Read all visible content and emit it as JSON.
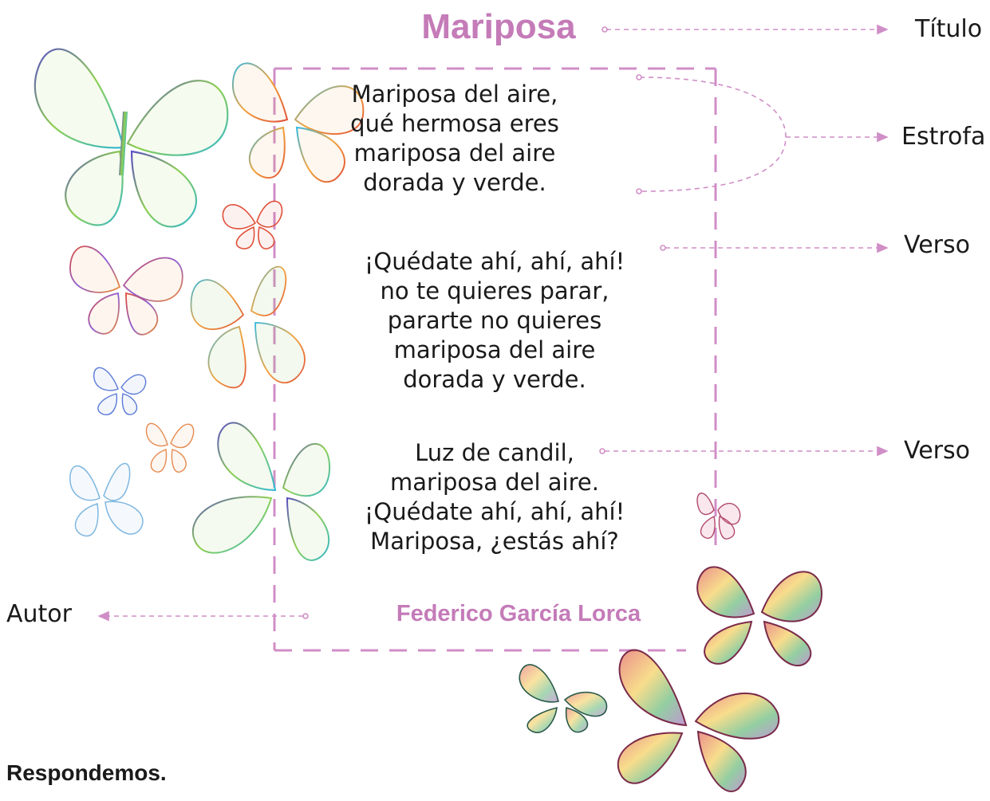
{
  "poem": {
    "title": "Mariposa",
    "stanzas": [
      [
        "Mariposa del aire,",
        "qué hermosa eres",
        "mariposa del aire",
        "dorada y verde."
      ],
      [
        "¡Quédate ahí, ahí, ahí!",
        "no te quieres parar,",
        "pararte no quieres",
        "mariposa del aire",
        "dorada y verde."
      ],
      [
        "Luz de candil,",
        "mariposa del aire.",
        "¡Quédate ahí, ahí, ahí!",
        "Mariposa, ¿estás ahí?"
      ]
    ],
    "author": "Federico García Lorca"
  },
  "annotations": {
    "titulo": "Título",
    "estrofa": "Estrofa",
    "verso_1": "Verso",
    "verso_2": "Verso",
    "autor": "Autor"
  },
  "footer": {
    "heading": "Respondemos."
  },
  "colors": {
    "accent": "#c47bb8",
    "text": "#1a1a1a"
  }
}
